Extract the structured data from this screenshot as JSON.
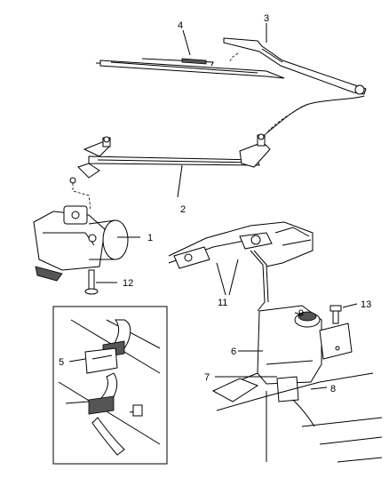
{
  "diagram": {
    "callouts": [
      {
        "id": "c1",
        "label": "1"
      },
      {
        "id": "c2",
        "label": "2"
      },
      {
        "id": "c3",
        "label": "3"
      },
      {
        "id": "c4",
        "label": "4"
      },
      {
        "id": "c5",
        "label": "5"
      },
      {
        "id": "c6",
        "label": "6"
      },
      {
        "id": "c7",
        "label": "7"
      },
      {
        "id": "c8",
        "label": "8"
      },
      {
        "id": "c9",
        "label": "9"
      },
      {
        "id": "c11",
        "label": "11"
      },
      {
        "id": "c12",
        "label": "12"
      },
      {
        "id": "c13",
        "label": "13"
      }
    ]
  }
}
